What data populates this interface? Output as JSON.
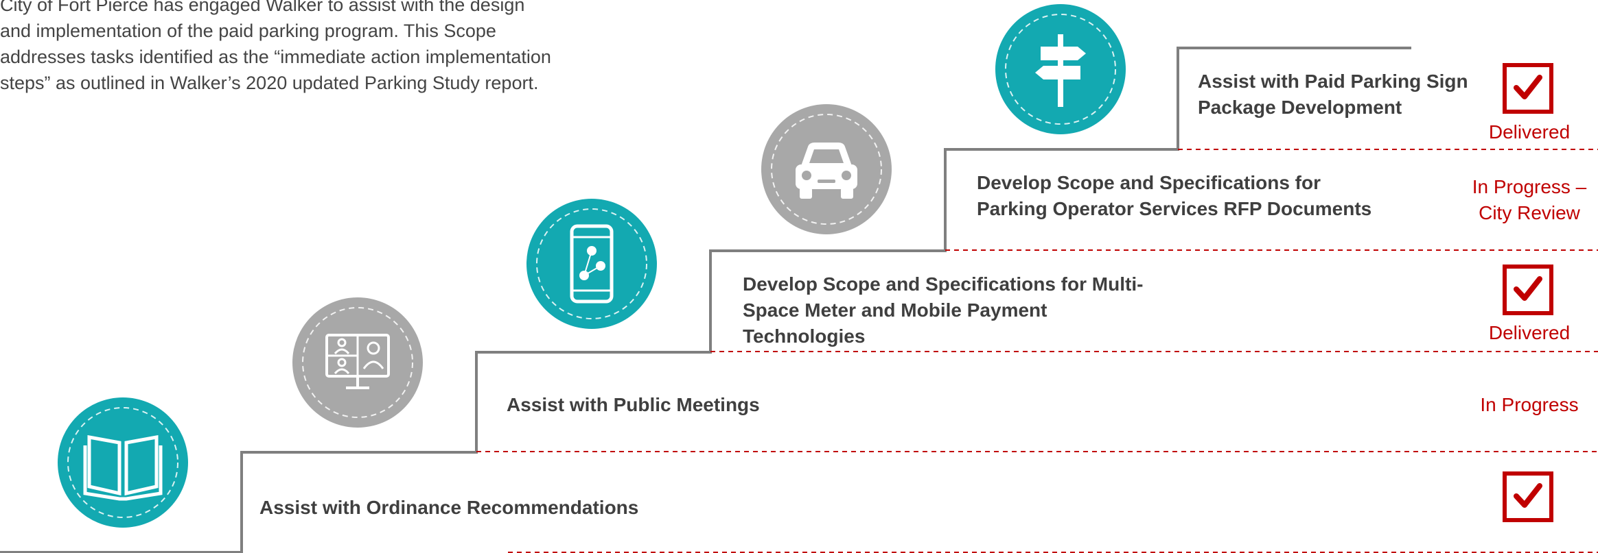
{
  "intro": {
    "text": "City of Fort Pierce has engaged Walker to assist with the design\nand implementation of the paid parking program.  This Scope\naddresses tasks identified as the “immediate action implementation\nsteps” as outlined in Walker’s 2020 updated Parking Study report."
  },
  "colors": {
    "teal": "#13a9b1",
    "gray": "#a8a8a8",
    "accent_red": "#c00000",
    "step_line": "#7f7f7f"
  },
  "steps": [
    {
      "task": "Assist with Ordinance Recommendations",
      "status": "",
      "delivered_check": true,
      "icon": "open-book-icon",
      "icon_color": "teal"
    },
    {
      "task": "Assist with Public Meetings",
      "status": "In Progress",
      "delivered_check": false,
      "icon": "video-meeting-icon",
      "icon_color": "gray"
    },
    {
      "task": "Develop Scope and Specifications for Multi-Space Meter and Mobile Payment Technologies",
      "status": "Delivered",
      "delivered_check": true,
      "icon": "mobile-phone-icon",
      "icon_color": "teal"
    },
    {
      "task": "Develop Scope and Specifications for Parking Operator Services RFP Documents",
      "status": "In Progress – City Review",
      "delivered_check": false,
      "icon": "car-icon",
      "icon_color": "gray"
    },
    {
      "task": "Assist with Paid Parking Sign Package Development",
      "status": "Delivered",
      "delivered_check": true,
      "icon": "signpost-icon",
      "icon_color": "teal"
    }
  ]
}
